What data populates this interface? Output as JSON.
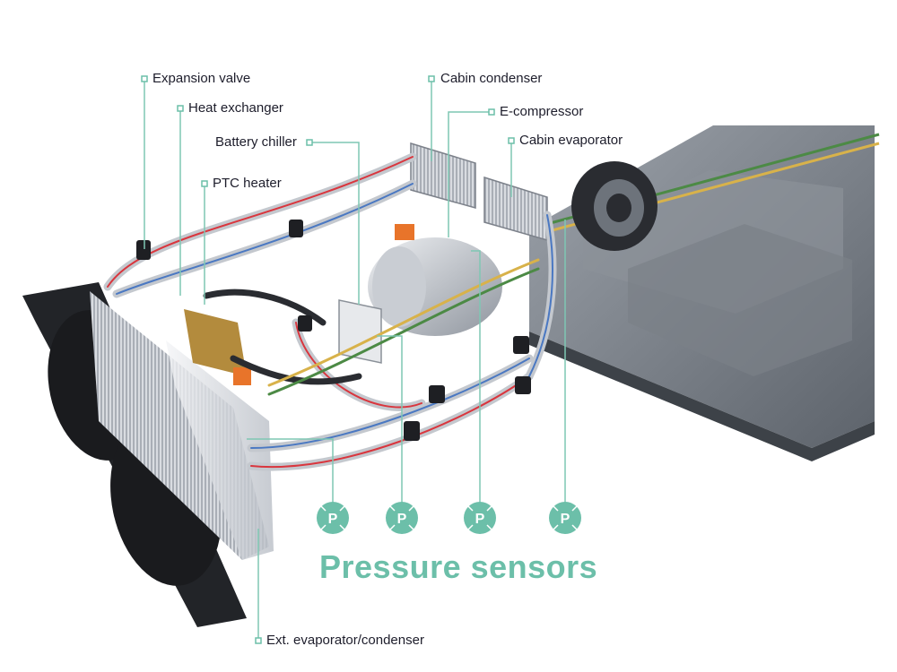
{
  "title": "Pressure sensors",
  "labels": {
    "expansion_valve": "Expansion valve",
    "heat_exchanger": "Heat exchanger",
    "battery_chiller": "Battery chiller",
    "ptc_heater": "PTC heater",
    "cabin_condenser": "Cabin condenser",
    "e_compressor": "E-compressor",
    "cabin_evaporator": "Cabin evaporator",
    "ext_evaporator": "Ext. evaporator/condenser"
  },
  "sensor_glyph": "P",
  "colors": {
    "accent": "#6cbfa9",
    "hot_pipe": "#d9363e",
    "cold_pipe": "#4a78c2",
    "text": "#1d1d2b"
  },
  "icons": {
    "sensor": "pressure-sensor-icon",
    "leader_end": "square-marker-icon"
  }
}
